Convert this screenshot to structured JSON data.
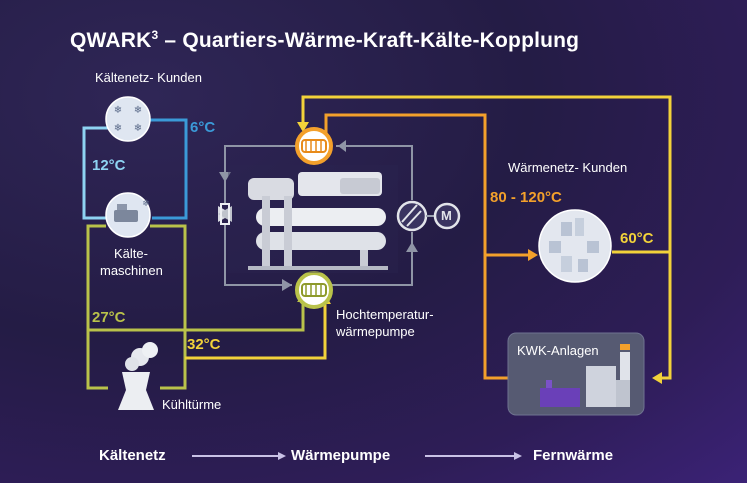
{
  "title": {
    "main": "QWARK",
    "sup": "3",
    "rest": " – Quartiers-Wärme-Kraft-Kälte-Kopplung"
  },
  "labels": {
    "kaeltenetz_kunden": "Kältenetz- Kunden",
    "kaeltemaschinen_1": "Kälte-",
    "kaeltemaschinen_2": "maschinen",
    "kuehltuerme": "Kühltürme",
    "waermenetz_kunden": "Wärmenetz- Kunden",
    "hochtemp_1": "Hochtemperatur-",
    "hochtemp_2": "wärmepumpe",
    "kwk": "KWK-Anlagen",
    "motor": "M"
  },
  "temperatures": {
    "t6": "6°C",
    "t12": "12°C",
    "t27": "27°C",
    "t32": "32°C",
    "t80_120": "80 - 120°C",
    "t60": "60°C"
  },
  "footer": {
    "step1": "Kältenetz",
    "step2": "Wärmepumpe",
    "step3": "Fernwärme"
  },
  "colors": {
    "cold_blue": "#4bb3e6",
    "light_blue": "#8ed3f2",
    "olive": "#b9c24a",
    "yellow": "#f2d23a",
    "orange": "#f3a02b",
    "grey": "#9aa0b0"
  }
}
